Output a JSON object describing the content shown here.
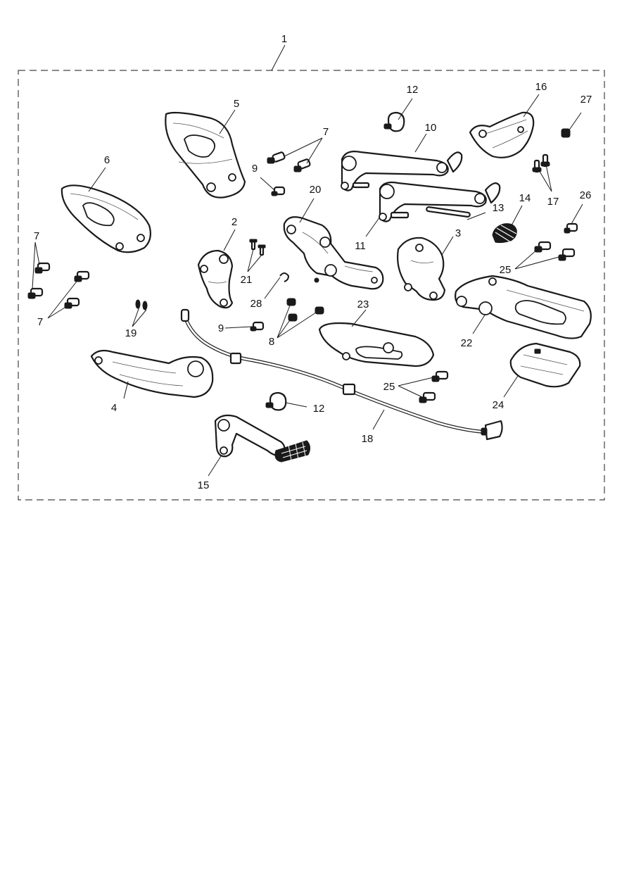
{
  "callouts": {
    "c1": "1",
    "c2": "2",
    "c3": "3",
    "c4": "4",
    "c5": "5",
    "c6": "6",
    "c7a": "7",
    "c7b": "7",
    "c7c": "7",
    "c8": "8",
    "c9a": "9",
    "c9b": "9",
    "c10": "10",
    "c11": "11",
    "c12a": "12",
    "c12b": "12",
    "c13": "13",
    "c14": "14",
    "c15": "15",
    "c16": "16",
    "c17": "17",
    "c18": "18",
    "c19": "19",
    "c20": "20",
    "c21": "21",
    "c22": "22",
    "c23": "23",
    "c24": "24",
    "c25a": "25",
    "c25b": "25",
    "c26": "26",
    "c27": "27",
    "c28": "28"
  },
  "colors": {
    "line": "#1a1a1a",
    "background": "#ffffff",
    "frame": "#444444"
  }
}
